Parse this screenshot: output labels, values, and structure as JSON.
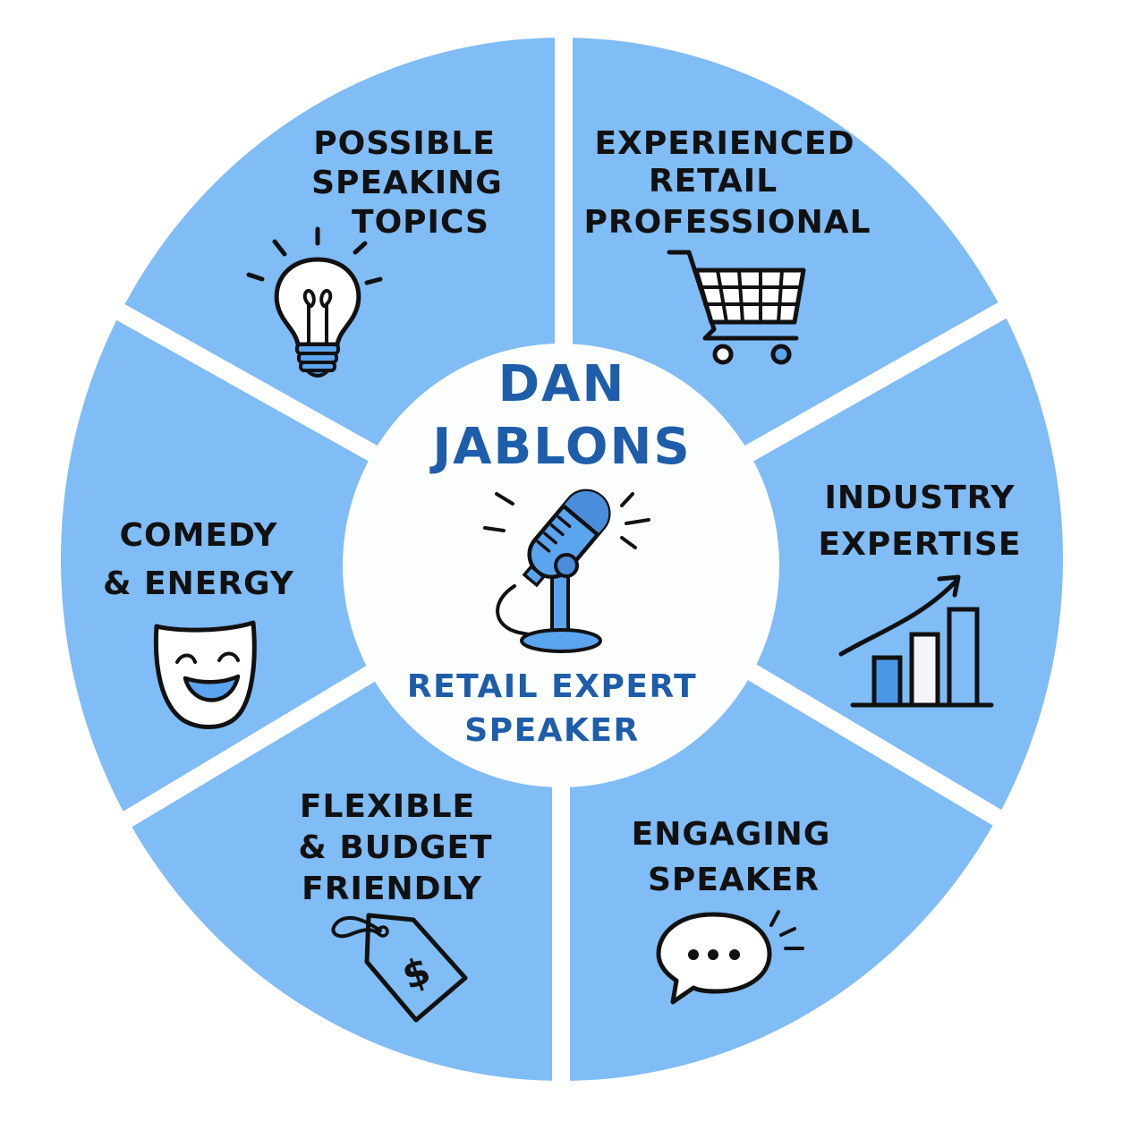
{
  "diagram": {
    "type": "segmented-wheel",
    "colors": {
      "segment_fill": "#80BCF5",
      "divider": "#FFFFFF",
      "center_fill": "#FFFFFF",
      "center_text": "#1D5DAA",
      "label_text": "#111111",
      "icon_accent": "#5BA4EE",
      "icon_accent_dark": "#4A8EDB"
    },
    "center": {
      "name_line1": "DAN",
      "name_line2": "JABLONS",
      "icon": "microphone-icon",
      "subtitle_line1": "RETAIL EXPERT",
      "subtitle_line2": "SPEAKER"
    },
    "segments": [
      {
        "position": "top-left",
        "lines": [
          "POSSIBLE",
          "SPEAKING",
          "TOPICS"
        ],
        "icon": "lightbulb-icon"
      },
      {
        "position": "top-right",
        "lines": [
          "EXPERIENCED",
          "RETAIL",
          "PROFESSIONAL"
        ],
        "icon": "shopping-cart-icon"
      },
      {
        "position": "right",
        "lines": [
          "INDUSTRY",
          "EXPERTISE"
        ],
        "icon": "growth-chart-icon"
      },
      {
        "position": "bottom-right",
        "lines": [
          "ENGAGING",
          "SPEAKER"
        ],
        "icon": "speech-bubble-icon"
      },
      {
        "position": "bottom-left",
        "lines": [
          "FLEXIBLE",
          "& BUDGET",
          "FRIENDLY"
        ],
        "icon": "price-tag-icon",
        "icon_text": "$"
      },
      {
        "position": "left",
        "lines": [
          "COMEDY",
          "& ENERGY"
        ],
        "icon": "comedy-mask-icon"
      }
    ]
  }
}
